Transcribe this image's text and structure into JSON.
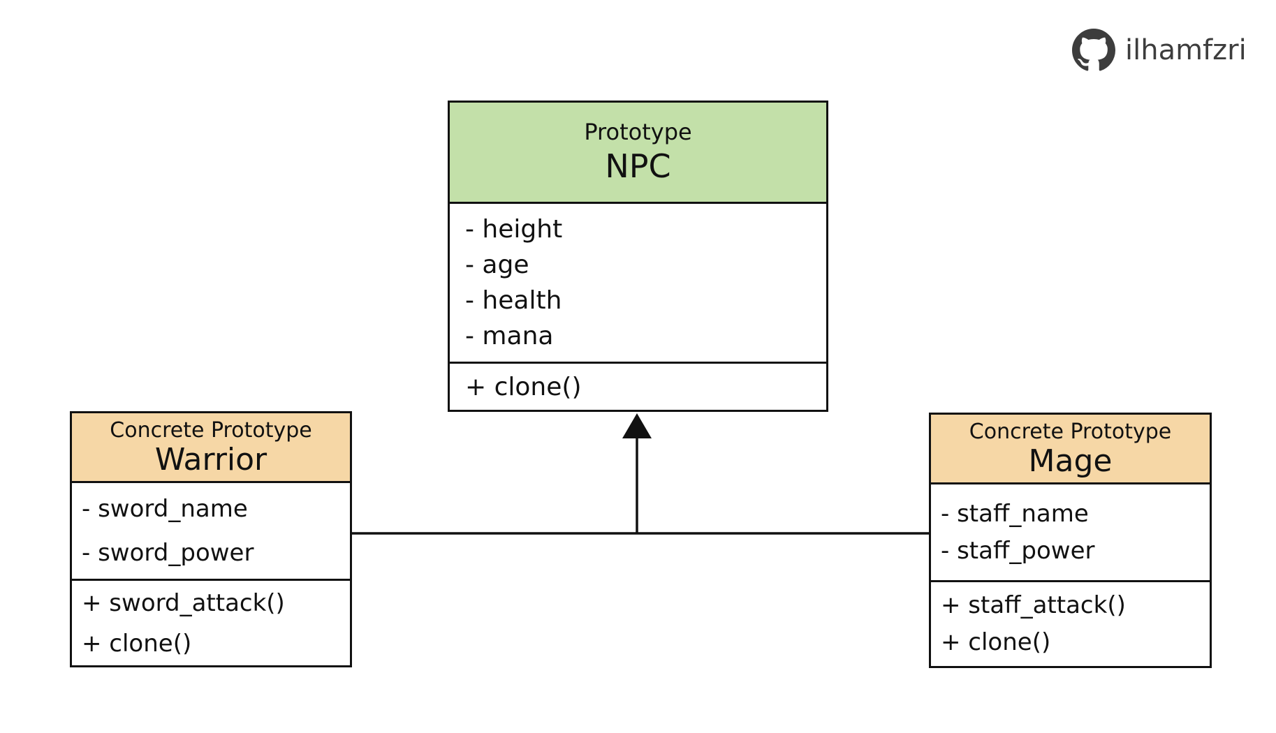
{
  "watermark": {
    "icon": "github-icon",
    "text": "ilhamfzri"
  },
  "colors": {
    "prototype_header": "#c3e0a9",
    "concrete_header": "#f6d7a6",
    "border": "#111111",
    "background": "#ffffff"
  },
  "classes": {
    "npc": {
      "stereotype": "Prototype",
      "name": "NPC",
      "attributes": [
        "- height",
        "- age",
        "- health",
        "- mana"
      ],
      "operations": [
        "+ clone()"
      ]
    },
    "warrior": {
      "stereotype": "Concrete Prototype",
      "name": "Warrior",
      "attributes": [
        "- sword_name",
        "- sword_power"
      ],
      "operations": [
        "+ sword_attack()",
        "+ clone()"
      ]
    },
    "mage": {
      "stereotype": "Concrete Prototype",
      "name": "Mage",
      "attributes": [
        "- staff_name",
        "- staff_power"
      ],
      "operations": [
        "+ staff_attack()",
        "+ clone()"
      ]
    }
  },
  "relationships": [
    {
      "type": "generalization",
      "from": "Warrior",
      "to": "NPC"
    },
    {
      "type": "generalization",
      "from": "Mage",
      "to": "NPC"
    }
  ]
}
